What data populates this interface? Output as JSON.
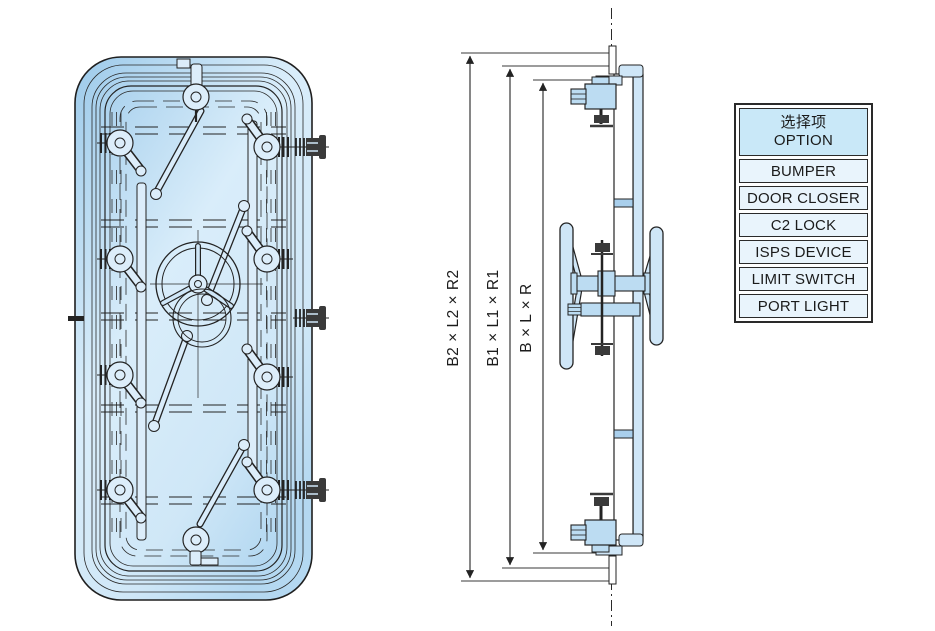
{
  "dimensions": {
    "labels": [
      "B2 × L2 × R2",
      "B1 × L1 × R1",
      "B × L × R"
    ]
  },
  "option_table": {
    "header_cn": "选择项",
    "header_en": "OPTION",
    "rows": [
      "BUMPER",
      "DOOR CLOSER",
      "C2 LOCK",
      "ISPS DEVICE",
      "LIMIT SWITCH",
      "PORT LIGHT"
    ]
  },
  "colors": {
    "door_fill_dark": "#9dcaea",
    "door_fill_light": "#d9edfa",
    "component_fill": "#bcdcf2",
    "table_header_bg": "#c9e8f8",
    "table_row_bg": "#e9f4fc",
    "line": "#232323",
    "background": "#ffffff"
  }
}
